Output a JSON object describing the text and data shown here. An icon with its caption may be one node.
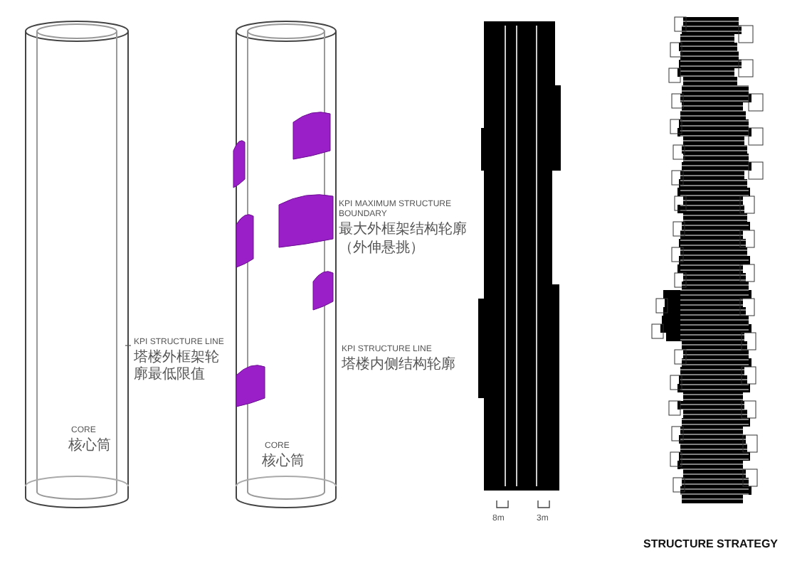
{
  "diagram": {
    "labels": [
      "KPI STRUCTURE LINE",
      "塔楼外框架轮廓最低限值",
      "CORE",
      "核心筒",
      "KPI MAXIMUM STRUCTURE BOUNDARY",
      "最大外框架结构轮廓",
      "（外伸悬挑）",
      "KPI STRUCTURE LINE",
      "塔楼内侧结构轮廓",
      "CORE",
      "核心筒",
      "8m",
      "3m",
      "STRUCTURE STRATEGY"
    ]
  }
}
